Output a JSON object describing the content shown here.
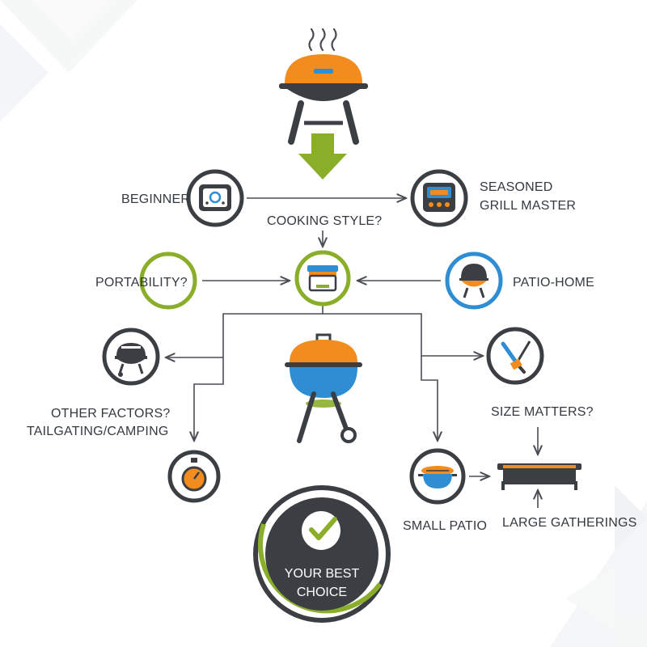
{
  "colors": {
    "orange": "#F28C1E",
    "blue": "#2F8ED3",
    "green": "#8BAE2A",
    "dark": "#3B3F44",
    "line": "#4A4E53"
  },
  "labels": {
    "beginner": "BEGINNER",
    "seasoned_line1": "SEASONED",
    "seasoned_line2": "GRILL MASTER",
    "cooking_style": "COOKING STYLE?",
    "portability": "PORTABILITY?",
    "patio_home": "PATIO-HOME",
    "other_factors": "OTHER FACTORS?",
    "tailgating": "TAILGATING/CAMPING",
    "size_matters": "SIZE MATTERS?",
    "small_patio": "SMALL PATIO",
    "large_gatherings": "LARGE GATHERINGS",
    "best_choice_line1": "YOUR BEST",
    "best_choice_line2": "CHOICE"
  },
  "icons": {
    "top": "covered-grill-icon",
    "beginner": "digital-control-grill-icon",
    "seasoned": "control-panel-icon",
    "cooking_style": "portable-cooler-grill-icon",
    "portability": "portability-ring-icon",
    "patio_home": "patio-kettle-grill-icon",
    "other_factors": "kettle-grill-icon",
    "center": "kettle-grill-icon",
    "tools": "grill-tools-icon",
    "thermometer": "thermometer-gauge-icon",
    "small_patio": "tabletop-grill-icon",
    "large": "large-grill-grate-icon",
    "check": "checkmark-icon"
  }
}
